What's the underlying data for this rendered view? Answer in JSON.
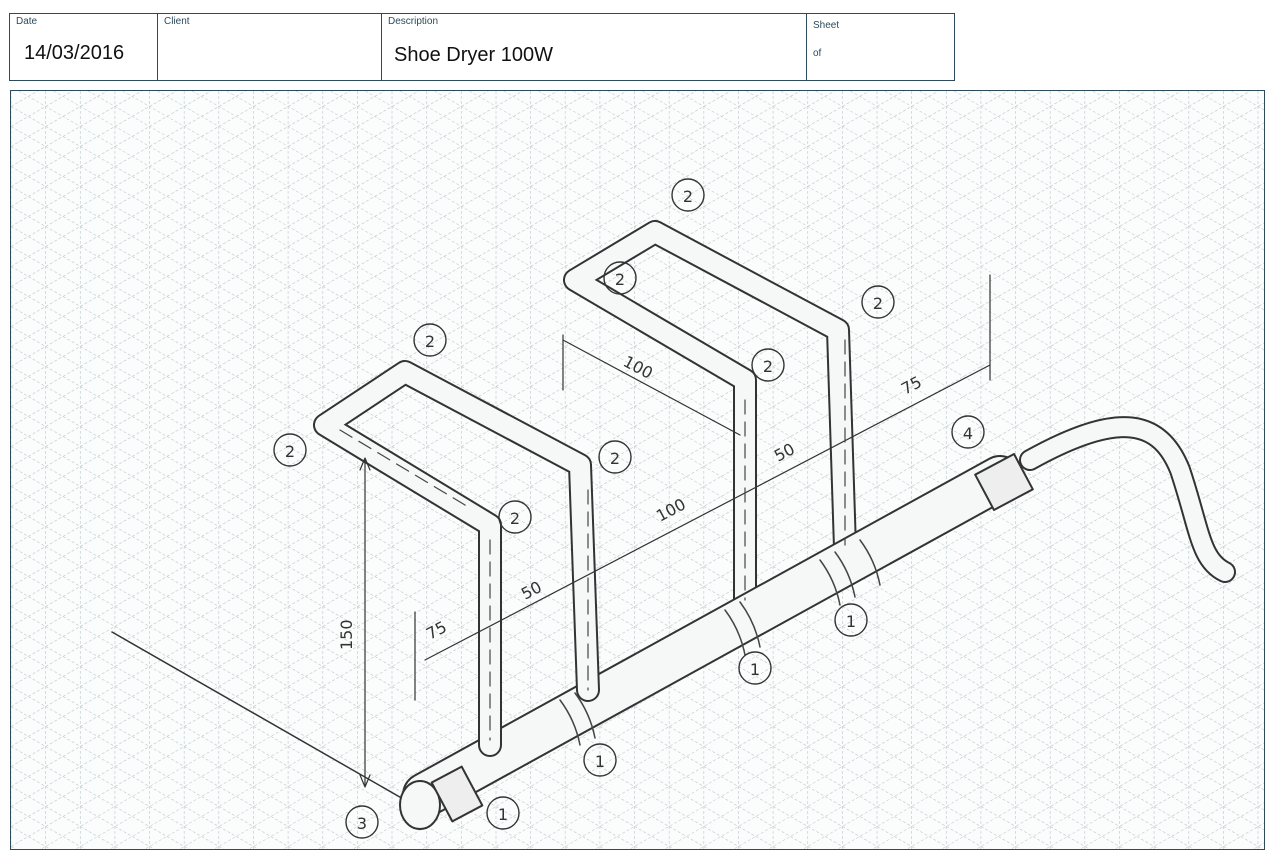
{
  "title_block": {
    "date_label": "Date",
    "date_value": "14/03/2016",
    "client_label": "Client",
    "client_value": "",
    "description_label": "Description",
    "description_value": "Shoe Dryer 100W",
    "sheet_label": "Sheet",
    "sheet_of": "of"
  },
  "drawing": {
    "dimensions": {
      "height": "150",
      "offset_front": "75",
      "spacing_a": "50",
      "depth_a": "100",
      "spacing_b": "50",
      "depth_b": "100",
      "offset_back": "75"
    },
    "callouts": {
      "pipe": "1",
      "elbow": "2",
      "end_cap": "3",
      "connector": "4"
    },
    "colors": {
      "pencil": "#3a3a3a",
      "grid": "#b9c6cc",
      "frame": "#2c4a5c"
    }
  }
}
